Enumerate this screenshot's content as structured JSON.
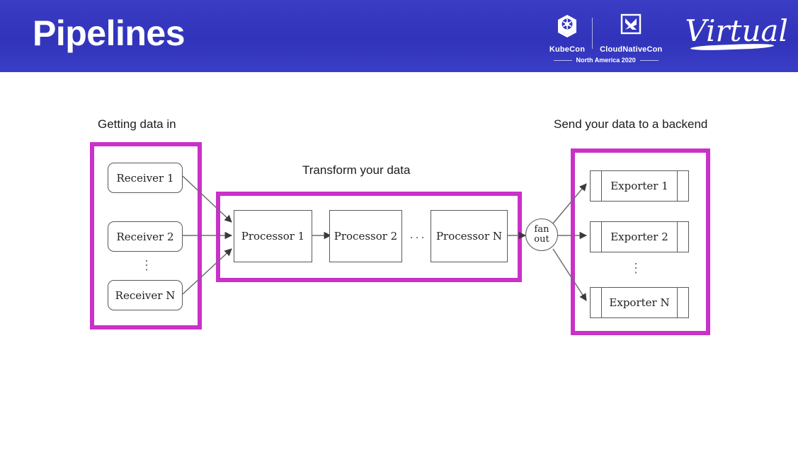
{
  "header": {
    "title": "Pipelines",
    "background_color": "#3336be",
    "logo": {
      "kubecon_label": "KubeCon",
      "cloudnativecon_label": "CloudNativeCon",
      "subtitle": "North America 2020",
      "virtual_label": "Virtual"
    }
  },
  "diagram": {
    "accent_color": "#c931c9",
    "groups": [
      {
        "id": "receivers",
        "label": "Getting data in"
      },
      {
        "id": "processors",
        "label": "Transform your data"
      },
      {
        "id": "exporters",
        "label": "Send your data to a backend"
      }
    ],
    "receivers": [
      {
        "label": "Receiver 1"
      },
      {
        "label": "Receiver 2"
      },
      {
        "label": "Receiver N"
      }
    ],
    "receivers_ellipsis": "⋮",
    "processors": [
      {
        "label": "Processor 1"
      },
      {
        "label": "Processor 2"
      },
      {
        "label": "Processor N"
      }
    ],
    "processors_ellipsis": "···",
    "fanout": {
      "line1": "fan",
      "line2": "out"
    },
    "exporters": [
      {
        "label": "Exporter 1"
      },
      {
        "label": "Exporter 2"
      },
      {
        "label": "Exporter N"
      }
    ],
    "exporters_ellipsis": "⋮"
  }
}
